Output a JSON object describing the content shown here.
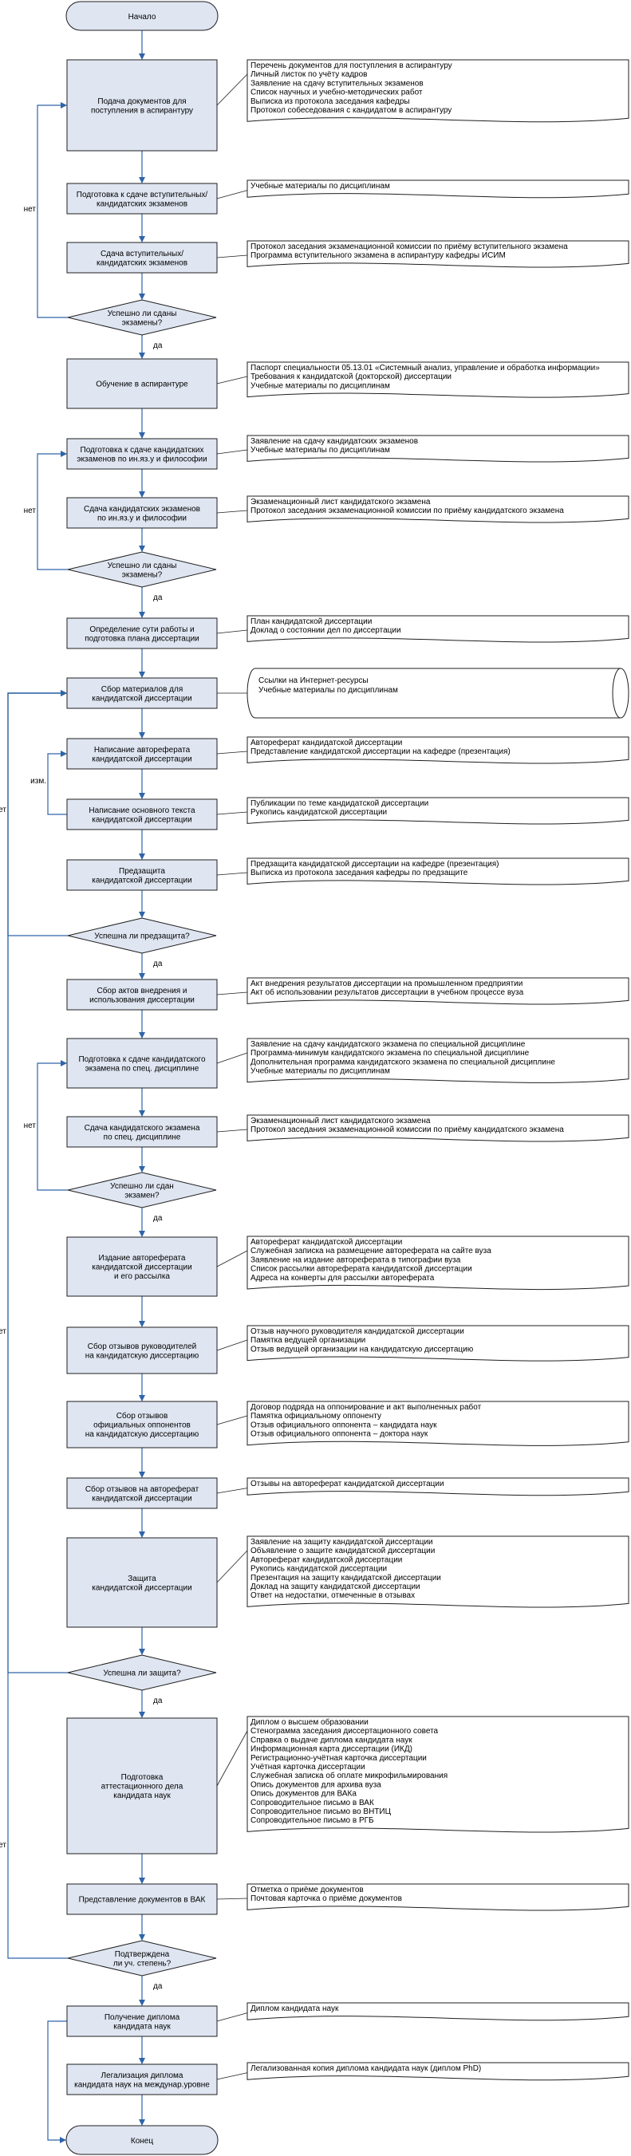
{
  "colors": {
    "fill": "#dfe6f1",
    "stroke": "#1f1f1f",
    "arrow": "#2e64a8"
  },
  "start": "Начало",
  "end": "Конец",
  "steps": [
    {
      "kind": "process",
      "lines": [
        "Подача документов для",
        "поступления в аспирантуру"
      ],
      "docs": [
        "Перечень документов для поступления в аспирантуру",
        "Личный листок по учёту кадров",
        "Заявление на сдачу вступительных экзаменов",
        "Список научных и учебно-методических работ",
        "Выписка из протокола заседания кафедры",
        "Протокол собеседования с кандидатом в аспирантуру"
      ]
    },
    {
      "kind": "process",
      "lines": [
        "Подготовка к сдаче вступительных/",
        "кандидатских экзаменов"
      ],
      "docs": [
        "Учебные материалы по дисциплинам"
      ]
    },
    {
      "kind": "process",
      "lines": [
        "Сдача вступительных/",
        "кандидатских экзаменов"
      ],
      "docs": [
        "Протокол заседания экзаменационной комиссии по приёму вступительного экзамена",
        "Программа вступительного экзамена в аспирантуру кафедры ИСИМ"
      ]
    },
    {
      "kind": "decision",
      "lines": [
        "Успешно ли сданы",
        "экзамены?"
      ],
      "yes": "да",
      "no": "нет"
    },
    {
      "kind": "process",
      "lines": [
        "Обучение в аспирантуре"
      ],
      "docs": [
        "Паспорт специальности 05.13.01 «Системный анализ, управление и обработка информации»",
        "Требования к кандидатской (докторской) диссертации",
        "Учебные материалы по дисциплинам"
      ]
    },
    {
      "kind": "process",
      "lines": [
        "Подготовка к сдаче кандидатских",
        "экзаменов по ин.яз.у и философии"
      ],
      "docs": [
        "Заявление на сдачу кандидатских экзаменов",
        "Учебные материалы по дисциплинам"
      ]
    },
    {
      "kind": "process",
      "lines": [
        "Сдача кандидатских экзаменов",
        "по ин.яз.у и философии"
      ],
      "docs": [
        "Экзаменационный лист кандидатского экзамена",
        "Протокол заседания экзаменационной комиссии по приёму кандидатского экзамена"
      ]
    },
    {
      "kind": "decision",
      "lines": [
        "Успешно ли сданы",
        "экзамены?"
      ],
      "yes": "да",
      "no": "нет"
    },
    {
      "kind": "process",
      "lines": [
        "Определение сути работы и",
        "подготовка плана диссертации"
      ],
      "docs": [
        "План кандидатской диссертации",
        "Доклад о состоянии дел по диссертации"
      ]
    },
    {
      "kind": "process",
      "lines": [
        "Сбор материалов для",
        "кандидатской диссертации"
      ],
      "store": [
        "Ссылки на Интернет-ресурсы",
        "Учебные материалы по дисциплинам"
      ]
    },
    {
      "kind": "process",
      "lines": [
        "Написание автореферата",
        "кандидатской диссертации"
      ],
      "docs": [
        "Автореферат кандидатской диссертации",
        "Представление кандидатской диссертации на кафедре (презентация)"
      ]
    },
    {
      "kind": "process",
      "lines": [
        "Написание основного текста",
        "кандидатской диссертации"
      ],
      "docs": [
        "Публикации по теме кандидатской диссертации",
        "Рукопись кандидатской диссертации"
      ]
    },
    {
      "kind": "process",
      "lines": [
        "Предзащита",
        "кандидатской диссертации"
      ],
      "docs": [
        "Предзащита кандидатской диссертации на кафедре (презентация)",
        "Выписка из протокола заседания кафедры по предзащите"
      ]
    },
    {
      "kind": "decision",
      "lines": [
        "Успешна ли предзащита?"
      ],
      "yes": "да",
      "no": "нет"
    },
    {
      "kind": "process",
      "lines": [
        "Сбор актов внедрения и",
        "использования диссертации"
      ],
      "docs": [
        "Акт внедрения результатов диссертации на промышленном предприятии",
        "Акт об использовании результатов диссертации в учебном процессе вуза"
      ]
    },
    {
      "kind": "process",
      "lines": [
        "Подготовка к сдаче кандидатского",
        "экзамена по спец. дисциплине"
      ],
      "docs": [
        "Заявление на сдачу кандидатского экзамена по специальной дисциплине",
        "Программа-минимум кандидатского экзамена по специальной дисциплине",
        "Дополнительная программа кандидатского экзамена по специальной дисциплине",
        "Учебные материалы по дисциплинам"
      ]
    },
    {
      "kind": "process",
      "lines": [
        "Сдача кандидатского экзамена",
        "по спец. дисциплине"
      ],
      "docs": [
        "Экзаменационный лист кандидатского экзамена",
        "Протокол заседания экзаменационной комиссии по приёму кандидатского экзамена"
      ]
    },
    {
      "kind": "decision",
      "lines": [
        "Успешно ли сдан",
        "экзамен?"
      ],
      "yes": "да",
      "no": "нет"
    },
    {
      "kind": "process",
      "lines": [
        "Издание автореферата",
        "кандидатской диссертации",
        "и его рассылка"
      ],
      "docs": [
        "Автореферат кандидатской диссертации",
        "Служебная записка на размещение автореферата на сайте вуза",
        "Заявление на издание автореферата в типографии вуза",
        "Список рассылки автореферата кандидатской диссертации",
        "Адреса на конверты для рассылки автореферата"
      ]
    },
    {
      "kind": "process",
      "lines": [
        "Сбор отзывов руководителей",
        "на кандидатскую диссертацию"
      ],
      "docs": [
        "Отзыв научного руководителя кандидатской диссертации",
        "Памятка ведущей организации",
        "Отзыв ведущей организации на кандидатскую диссертацию"
      ]
    },
    {
      "kind": "process",
      "lines": [
        "Сбор отзывов",
        "официальных оппонентов",
        "на кандидатскую диссертацию"
      ],
      "docs": [
        "Договор подряда на оппонирование и акт выполненных работ",
        "Памятка официальному оппоненту",
        "Отзыв официального оппонента – кандидата наук",
        "Отзыв официального оппонента – доктора наук"
      ]
    },
    {
      "kind": "process",
      "lines": [
        "Сбор отзывов на автореферат",
        "кандидатской диссертации"
      ],
      "docs": [
        "Отзывы на автореферат кандидатской диссертации"
      ]
    },
    {
      "kind": "process",
      "lines": [
        "Защита",
        "кандидатской диссертации"
      ],
      "docs": [
        "Заявление на защиту кандидатской диссертации",
        "Объявление о защите кандидатской диссертации",
        "Автореферат кандидатской диссертации",
        "Рукопись кандидатской диссертации",
        "Презентация на защиту кандидатской диссертации",
        "Доклад на защиту кандидатской диссертации",
        "Ответ на недостатки, отмеченные в отзывах"
      ]
    },
    {
      "kind": "decision",
      "lines": [
        "Успешна ли защита?"
      ],
      "yes": "да",
      "no": "нет"
    },
    {
      "kind": "process",
      "lines": [
        "Подготовка",
        "аттестационного дела",
        "кандидата наук"
      ],
      "docs": [
        "Диплом о высшем образовании",
        "Стенограмма заседания диссертационного совета",
        "Справка о выдаче диплома кандидата наук",
        "Информационная карта диссертации (ИКД)",
        "Регистрационно-учётная карточка диссертации",
        "Учётная карточка диссертации",
        "Служебная записка об оплате микрофильмирования",
        "Опись документов для архива вуза",
        "Опись документов для ВАКа",
        "Сопроводительное письмо в ВАК",
        "Сопроводительное письмо во ВНТИЦ",
        "Сопроводительное письмо в РГБ"
      ]
    },
    {
      "kind": "process",
      "lines": [
        "Представление документов в ВАК"
      ],
      "docs": [
        "Отметка о приёме документов",
        "Почтовая карточка о приёме документов"
      ]
    },
    {
      "kind": "decision",
      "lines": [
        "Подтверждена",
        "ли уч. степень?"
      ],
      "yes": "да",
      "no": "нет"
    },
    {
      "kind": "process",
      "lines": [
        "Получение диплома",
        "кандидата наук"
      ],
      "docs": [
        "Диплом кандидата наук"
      ]
    },
    {
      "kind": "process",
      "lines": [
        "Легализация диплома",
        "кандидата наук на междунар.уровне"
      ],
      "docs": [
        "Легализованная копия диплома кандидата наук (диплом PhD)"
      ]
    }
  ],
  "loops": {
    "izm": "изм."
  }
}
